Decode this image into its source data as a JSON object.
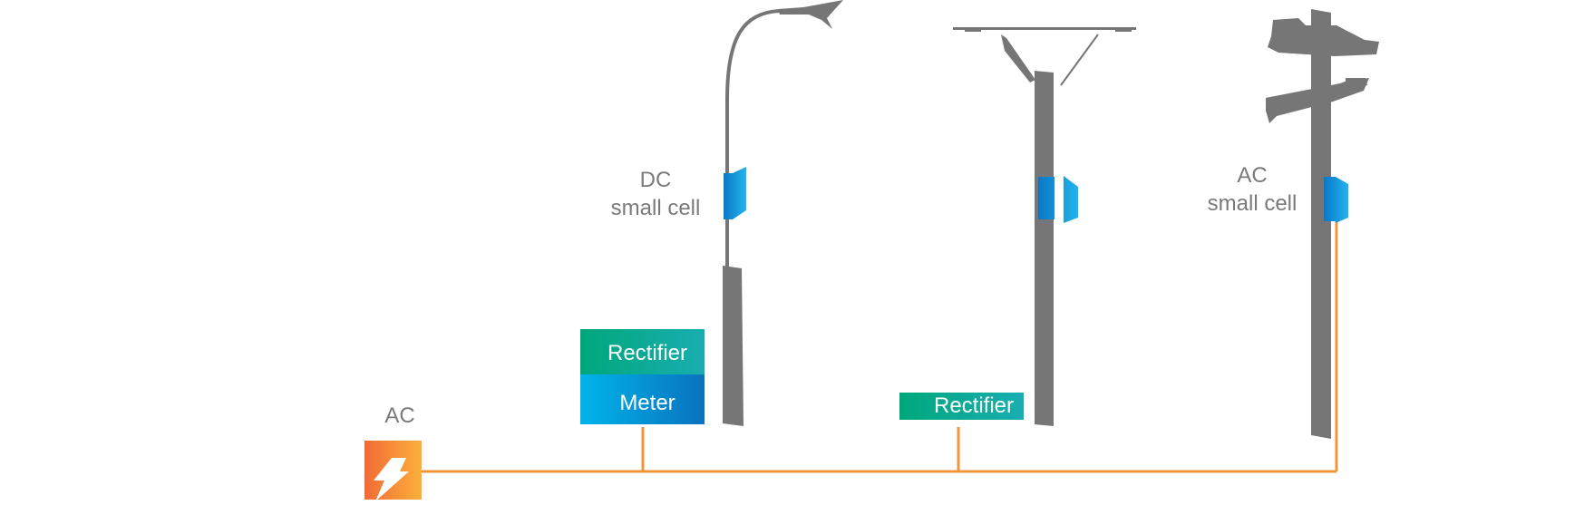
{
  "labels": {
    "ac_source": "AC",
    "dc_small_cell_line1": "DC",
    "dc_small_cell_line2": "small cell",
    "ac_small_cell_line1": "AC",
    "ac_small_cell_line2": "small cell",
    "rectifier_left": "Rectifier",
    "meter": "Meter",
    "rectifier_middle": "Rectifier"
  },
  "colors": {
    "pole": "#767676",
    "power_line": "#f0953a",
    "ac_source_start": "#f26a36",
    "ac_source_end": "#fbb03b",
    "rectifier_start": "#00a77a",
    "rectifier_end": "#19aeb1",
    "meter_start": "#00b4ea",
    "meter_end": "#0a72be",
    "radio_start": "#0a78c8",
    "radio_end": "#22b4ec",
    "label_text": "#7a7a7a"
  },
  "icons": {
    "ac_source": "lightning-bolt-icon",
    "small_cell": "small-cell-radio-icon"
  }
}
